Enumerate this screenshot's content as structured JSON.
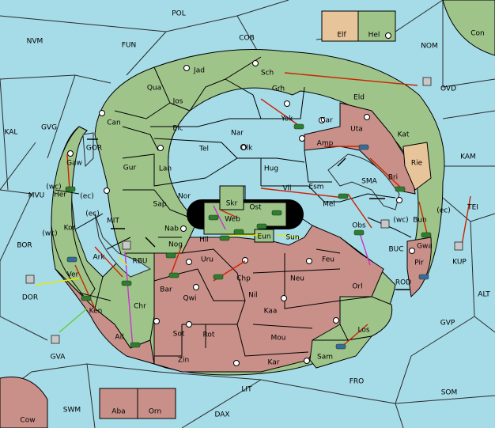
{
  "colors": {
    "sea": "#a6dbe8",
    "green": "#9fc48a",
    "red": "#c99089",
    "tan": "#e8c49a",
    "unit": "#2f7d2f",
    "order_red": "#cc2200",
    "order_yellow": "#e8e800",
    "order_magenta": "#cc33cc",
    "order_green": "#66cc33"
  },
  "sea_labels": [
    {
      "id": "POL",
      "text": "POL"
    },
    {
      "id": "NVM",
      "text": "NVM"
    },
    {
      "id": "FUN",
      "text": "FUN"
    },
    {
      "id": "COB",
      "text": "COB"
    },
    {
      "id": "NOM",
      "text": "NOM"
    },
    {
      "id": "Con",
      "text": "Con"
    },
    {
      "id": "OVD",
      "text": "OVD"
    },
    {
      "id": "KAL",
      "text": "KAL"
    },
    {
      "id": "GVG",
      "text": "GVG"
    },
    {
      "id": "GOR",
      "text": "GOR"
    },
    {
      "id": "MVU",
      "text": "MVU"
    },
    {
      "id": "KAM",
      "text": "KAM"
    },
    {
      "id": "SMA",
      "text": "SMA"
    },
    {
      "id": "TEI",
      "text": "TEI"
    },
    {
      "id": "MIT",
      "text": "MIT"
    },
    {
      "id": "BOR",
      "text": "BOR"
    },
    {
      "id": "RBU",
      "text": "RBU"
    },
    {
      "id": "BUC",
      "text": "BUC"
    },
    {
      "id": "KUP",
      "text": "KUP"
    },
    {
      "id": "DOR",
      "text": "DOR"
    },
    {
      "id": "ROD",
      "text": "ROD"
    },
    {
      "id": "ALT",
      "text": "ALT"
    },
    {
      "id": "GVP",
      "text": "GVP"
    },
    {
      "id": "GVA",
      "text": "GVA"
    },
    {
      "id": "FRO",
      "text": "FRO"
    },
    {
      "id": "LIT",
      "text": "LIT"
    },
    {
      "id": "SOM",
      "text": "SOM"
    },
    {
      "id": "SWM",
      "text": "SWM"
    },
    {
      "id": "DAX",
      "text": "DAX"
    },
    {
      "id": "Cow",
      "text": "Cow"
    }
  ],
  "land_labels": [
    {
      "id": "Elf",
      "text": "Elf"
    },
    {
      "id": "Hel",
      "text": "Hel"
    },
    {
      "id": "Jad",
      "text": "Jad"
    },
    {
      "id": "Sch",
      "text": "Sch"
    },
    {
      "id": "Qua",
      "text": "Qua"
    },
    {
      "id": "Grh",
      "text": "Grh"
    },
    {
      "id": "Eld",
      "text": "Eld"
    },
    {
      "id": "Jos",
      "text": "Jos"
    },
    {
      "id": "Can",
      "text": "Can"
    },
    {
      "id": "Yok",
      "text": "Yok"
    },
    {
      "id": "Car",
      "text": "Car"
    },
    {
      "id": "Uta",
      "text": "Uta"
    },
    {
      "id": "Kat",
      "text": "Kat"
    },
    {
      "id": "Elc",
      "text": "Elc"
    },
    {
      "id": "Nar",
      "text": "Nar"
    },
    {
      "id": "Amp",
      "text": "Amp"
    },
    {
      "id": "Tel",
      "text": "Tel"
    },
    {
      "id": "Olk",
      "text": "Olk"
    },
    {
      "id": "Gaw",
      "text": "Gaw"
    },
    {
      "id": "Gur",
      "text": "Gur"
    },
    {
      "id": "Lan",
      "text": "Lan"
    },
    {
      "id": "Hug",
      "text": "Hug"
    },
    {
      "id": "Rie",
      "text": "Rie"
    },
    {
      "id": "Bri",
      "text": "Bri"
    },
    {
      "id": "Her",
      "text": "Her"
    },
    {
      "id": "wc1",
      "text": "(wc)"
    },
    {
      "id": "ec1",
      "text": "(ec)"
    },
    {
      "id": "Nor",
      "text": "Nor"
    },
    {
      "id": "Skr",
      "text": "Skr"
    },
    {
      "id": "Vil",
      "text": "Vil"
    },
    {
      "id": "Esm",
      "text": "Esm"
    },
    {
      "id": "Sap",
      "text": "Sap"
    },
    {
      "id": "Ost",
      "text": "Ost"
    },
    {
      "id": "Mel",
      "text": "Mel"
    },
    {
      "id": "ec2",
      "text": "(ec)"
    },
    {
      "id": "Web",
      "text": "Web"
    },
    {
      "id": "Bun",
      "text": "Bun"
    },
    {
      "id": "wc2",
      "text": "(wc)"
    },
    {
      "id": "ec3",
      "text": "(ec)"
    },
    {
      "id": "Kor",
      "text": "Kor"
    },
    {
      "id": "Nab",
      "text": "Nab"
    },
    {
      "id": "Obs",
      "text": "Obs"
    },
    {
      "id": "wc3",
      "text": "(wc)"
    },
    {
      "id": "Hil",
      "text": "Hil"
    },
    {
      "id": "Eun",
      "text": "Eun"
    },
    {
      "id": "Sun",
      "text": "Sun"
    },
    {
      "id": "Gwa",
      "text": "Gwa"
    },
    {
      "id": "Nog",
      "text": "Nog"
    },
    {
      "id": "Ark",
      "text": "Ark"
    },
    {
      "id": "Uru",
      "text": "Uru"
    },
    {
      "id": "Feu",
      "text": "Feu"
    },
    {
      "id": "Pir",
      "text": "Pir"
    },
    {
      "id": "Ver",
      "text": "Ver"
    },
    {
      "id": "Chp",
      "text": "Chp"
    },
    {
      "id": "Neu",
      "text": "Neu"
    },
    {
      "id": "Orl",
      "text": "Orl"
    },
    {
      "id": "Bar",
      "text": "Bar"
    },
    {
      "id": "Qwi",
      "text": "Qwi"
    },
    {
      "id": "Nil",
      "text": "Nil"
    },
    {
      "id": "Chr",
      "text": "Chr"
    },
    {
      "id": "Ken",
      "text": "Ken"
    },
    {
      "id": "Kaa",
      "text": "Kaa"
    },
    {
      "id": "Los",
      "text": "Los"
    },
    {
      "id": "Sot",
      "text": "Sot"
    },
    {
      "id": "Rot",
      "text": "Rot"
    },
    {
      "id": "Mou",
      "text": "Mou"
    },
    {
      "id": "Ail",
      "text": "Ail"
    },
    {
      "id": "Sam",
      "text": "Sam"
    },
    {
      "id": "Zin",
      "text": "Zin"
    },
    {
      "id": "Kar",
      "text": "Kar"
    },
    {
      "id": "Aba",
      "text": "Aba"
    },
    {
      "id": "Orn",
      "text": "Orn"
    }
  ]
}
